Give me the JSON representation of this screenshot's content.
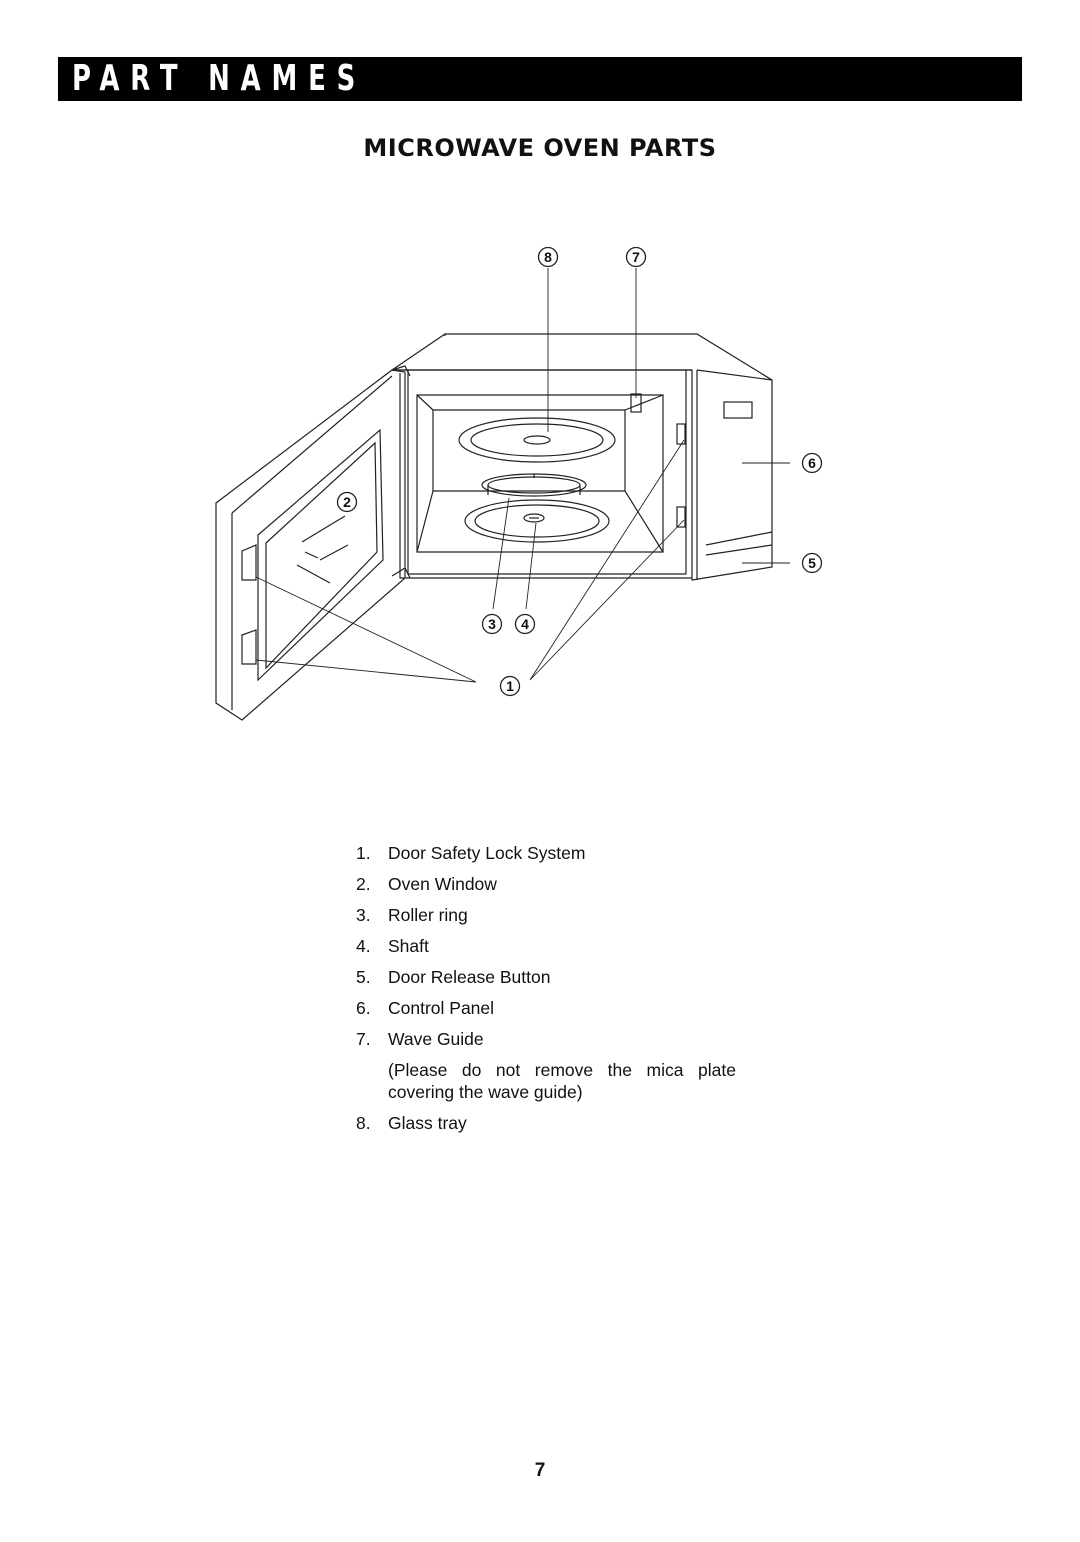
{
  "header": {
    "section_title": "PART NAMES"
  },
  "heading": "MICROWAVE OVEN PARTS",
  "callouts": [
    "8",
    "7",
    "6",
    "2",
    "5",
    "3",
    "4",
    "1"
  ],
  "parts": [
    {
      "num": "1.",
      "label": "Door Safety Lock System"
    },
    {
      "num": "2.",
      "label": "Oven Window"
    },
    {
      "num": "3.",
      "label": "Roller ring"
    },
    {
      "num": "4.",
      "label": "Shaft"
    },
    {
      "num": "5.",
      "label": "Door Release Button"
    },
    {
      "num": "6.",
      "label": "Control Panel"
    },
    {
      "num": "7.",
      "label": "Wave Guide",
      "note": "(Please do not remove the mica plate covering the wave guide)"
    },
    {
      "num": "8.",
      "label": "Glass tray"
    }
  ],
  "page_number": "7"
}
